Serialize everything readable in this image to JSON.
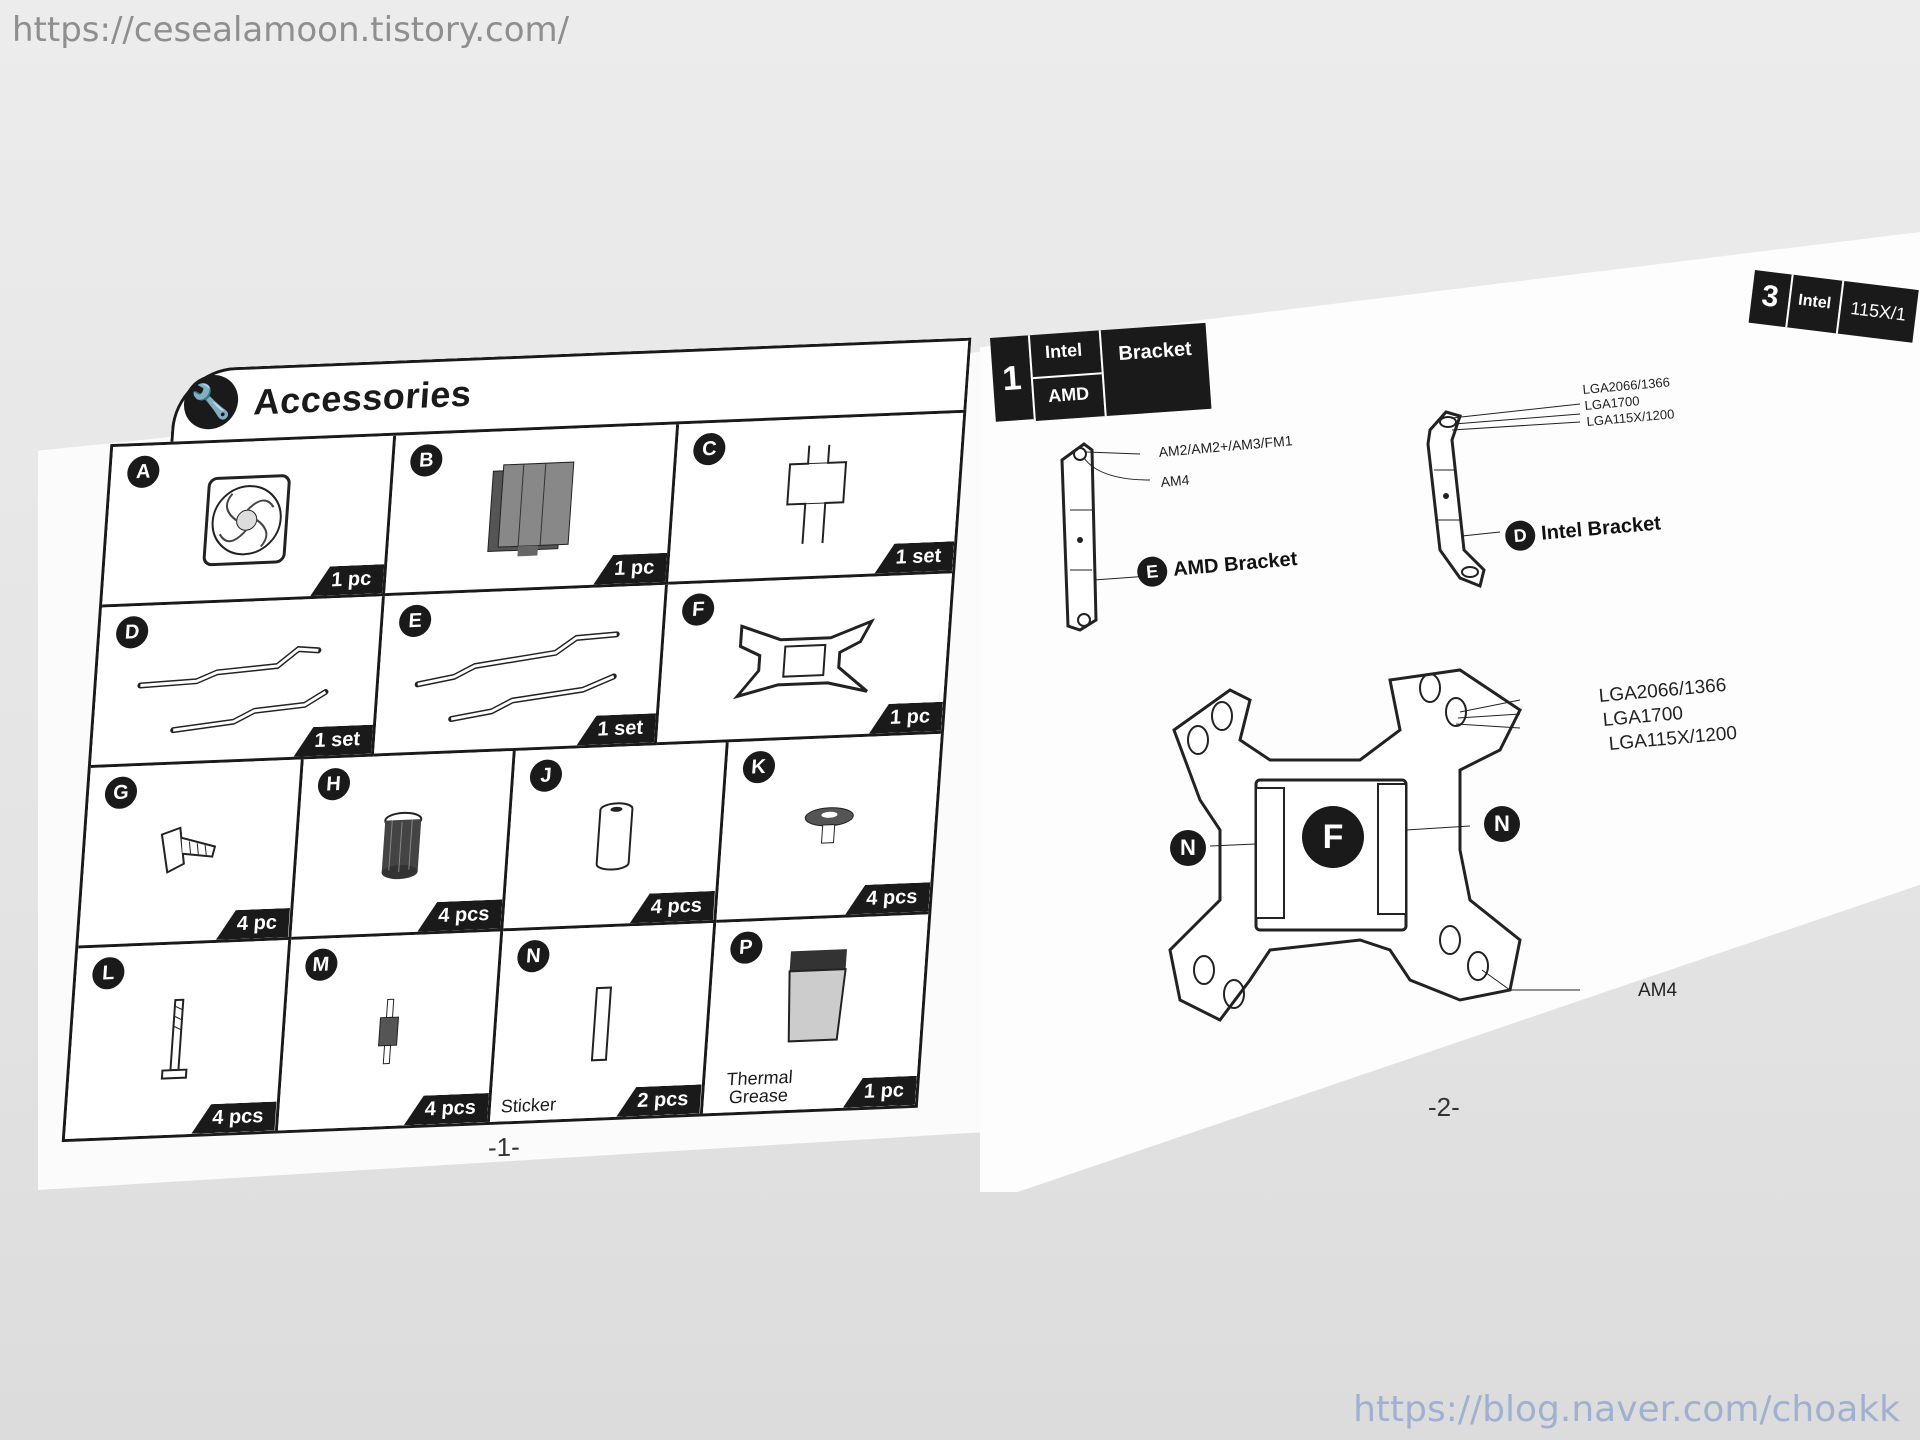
{
  "watermarks": {
    "top_left": "https://cesealamoon.tistory.com/",
    "bottom_right": "https://blog.naver.com/choakk"
  },
  "accessories": {
    "title": "Accessories",
    "icon": "wrench-icon",
    "items": [
      {
        "letter": "A",
        "qty": "1 pc",
        "icon": "fan-icon"
      },
      {
        "letter": "B",
        "qty": "1 pc",
        "icon": "heatsink-icon"
      },
      {
        "letter": "C",
        "qty": "1 set",
        "icon": "clip-icon"
      },
      {
        "letter": "D",
        "qty": "1 set",
        "icon": "intel-bracket-icon"
      },
      {
        "letter": "E",
        "qty": "1 set",
        "icon": "amd-bracket-icon"
      },
      {
        "letter": "F",
        "qty": "1 pc",
        "icon": "backplate-icon"
      },
      {
        "letter": "G",
        "qty": "4 pc",
        "icon": "screw-icon"
      },
      {
        "letter": "H",
        "qty": "4 pcs",
        "icon": "nut-icon"
      },
      {
        "letter": "J",
        "qty": "4 pcs",
        "icon": "spacer-icon"
      },
      {
        "letter": "K",
        "qty": "4 pcs",
        "icon": "washer-screw-icon"
      },
      {
        "letter": "L",
        "qty": "4 pcs",
        "icon": "long-screw-icon"
      },
      {
        "letter": "M",
        "qty": "4 pcs",
        "icon": "standoff-icon"
      },
      {
        "letter": "N",
        "qty": "2 pcs",
        "label": "Sticker",
        "icon": "sticker-icon"
      },
      {
        "letter": "P",
        "qty": "1 pc",
        "label": "Thermal Grease",
        "icon": "thermal-grease-icon"
      }
    ]
  },
  "page_left_number": "-1-",
  "page_right_number": "-2-",
  "step1": {
    "number": "1",
    "brands": [
      "Intel",
      "AMD"
    ],
    "title": "Bracket"
  },
  "amd_bracket": {
    "labels": [
      "AM2/AM2+/AM3/FM1",
      "AM4"
    ],
    "letter": "E",
    "name": "AMD Bracket"
  },
  "intel_bracket": {
    "labels": [
      "LGA2066/1366",
      "LGA1700",
      "LGA115X/1200"
    ],
    "letter": "D",
    "name": "Intel Bracket"
  },
  "backplate": {
    "center_letter": "F",
    "side_letter": "N",
    "labels": [
      "LGA2066/1366",
      "LGA1700",
      "LGA115X/1200"
    ],
    "am4_label": "AM4"
  },
  "page3": {
    "number": "3",
    "brand": "Intel",
    "sockets": "115X/1"
  }
}
